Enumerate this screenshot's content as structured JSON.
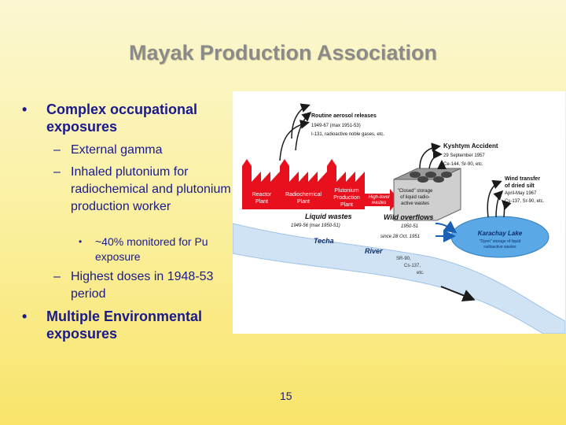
{
  "slide": {
    "title": "Mayak Production Association",
    "page_number": "15"
  },
  "bullets": {
    "b1": {
      "marker": "•",
      "text": "Complex occupational exposures"
    },
    "b1a": {
      "marker": "–",
      "text": "External gamma"
    },
    "b1b": {
      "marker": "–",
      "text": "Inhaled plutonium for radiochemical and plutonium production worker"
    },
    "b1b_sub": {
      "marker": "•",
      "text": "~40% monitored for Pu exposure"
    },
    "b1c": {
      "marker": "–",
      "text": "Highest doses in 1948-53 period"
    },
    "b2": {
      "marker": "•",
      "text": "Multiple Environmental exposures"
    }
  },
  "diagram": {
    "routine": {
      "title": "Routine aerosol releases",
      "line1": "1949-67 (max 1951-53)",
      "line2": "I-131, radioactive noble gases, etc."
    },
    "kyshtym": {
      "title": "Kyshtym Accident",
      "line1": "29 September 1957",
      "line2": "Ce-144, Sr-90, etc."
    },
    "wind": {
      "title1": "Wind transfer",
      "title2": "of dried silt",
      "line1": "April-May 1967",
      "line2": "Cs-137, Sr-90, etc."
    },
    "plants": {
      "reactor": [
        "Reactor",
        "Plant"
      ],
      "radiochemical": [
        "Radiochemical",
        "Plant"
      ],
      "plutonium": [
        "Plutonium",
        "Production",
        "Plant"
      ]
    },
    "high_level": [
      "High-level",
      "wastes"
    ],
    "closed_storage": [
      "\"Closed\" storage",
      "of liquid radio-",
      "active wastes"
    ],
    "liquid_wastes": {
      "title": "Liquid wastes",
      "years": "1949-56 (max 1950-51)"
    },
    "wild_overflows": {
      "title": "Wild overflows",
      "years": "1950-51"
    },
    "since": "since 28 Oct. 1951",
    "karachay": {
      "title": "Karachay Lake",
      "line1": "\"Open\" storage of liquid",
      "line2": "radioactive wastes"
    },
    "techa_river": [
      "Techa",
      "River"
    ],
    "river_nuclides": [
      "SR-90,",
      "Cs-137,",
      "etc."
    ]
  },
  "colors": {
    "title": "#8a8a8a",
    "text": "#1a1a8c",
    "plants": "#e8101c",
    "river": "#cfe3f5",
    "lake": "#5aa9e6"
  }
}
